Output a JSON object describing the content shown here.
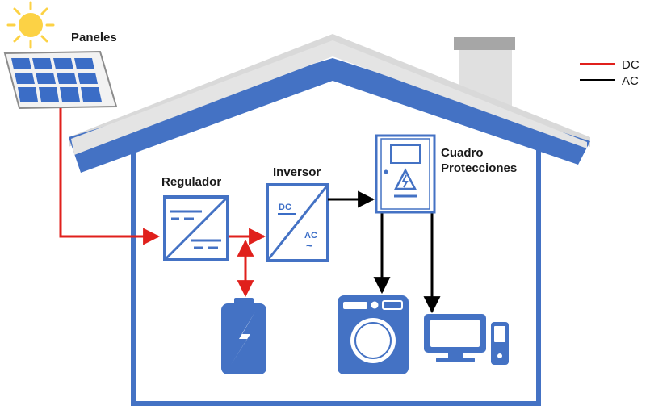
{
  "labels": {
    "panels": "Paneles",
    "regulator": "Regulador",
    "inverter": "Inversor",
    "board_line1": "Cuadro",
    "board_line2": "Protecciones"
  },
  "inverter_text": {
    "dc": "DC",
    "ac": "AC",
    "wave": "~"
  },
  "legend": [
    {
      "label": "DC",
      "color": "#e0201c"
    },
    {
      "label": "AC",
      "color": "#000000"
    }
  ],
  "colors": {
    "house_blue": "#4472c4",
    "roof_gray": "#d9d9d9",
    "chimney_gray": "#a6a6a6",
    "sun": "#fcd245",
    "dc_line": "#e0201c",
    "ac_line": "#000000"
  },
  "icons": [
    "sun-icon",
    "solar-panel-icon",
    "battery-icon",
    "washing-machine-icon",
    "computer-icon",
    "electrical-panel-icon"
  ]
}
